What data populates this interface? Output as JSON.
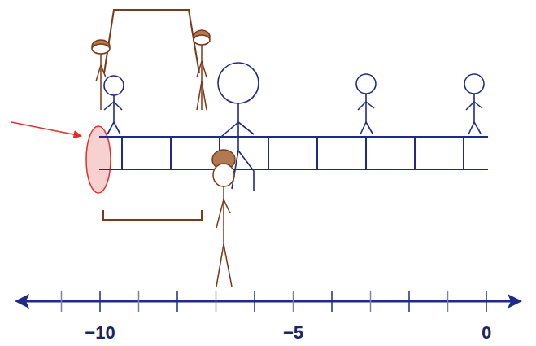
{
  "diagram": {
    "labels": [
      "−10",
      "−5",
      "0"
    ]
  }
}
